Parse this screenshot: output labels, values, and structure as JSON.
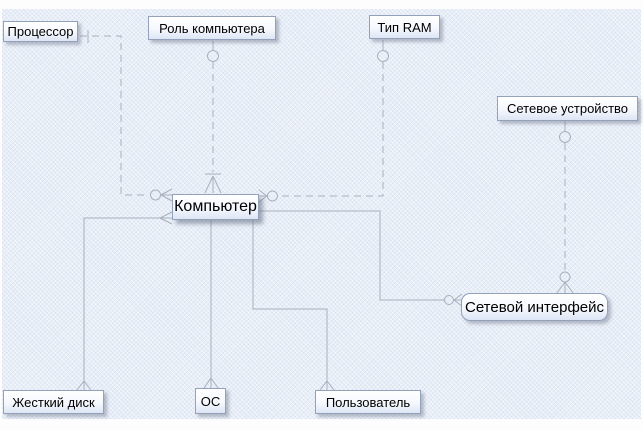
{
  "diagram": {
    "entities": [
      {
        "id": "processor",
        "label": "Процессор"
      },
      {
        "id": "computer-role",
        "label": "Роль компьютера"
      },
      {
        "id": "ram-type",
        "label": "Тип RAM"
      },
      {
        "id": "network-device",
        "label": "Сетевое устройство"
      },
      {
        "id": "computer",
        "label": "Компьютер"
      },
      {
        "id": "network-interface",
        "label": "Сетевой интерфейс"
      },
      {
        "id": "hard-disk",
        "label": "Жесткий диск"
      },
      {
        "id": "os",
        "label": "ОС"
      },
      {
        "id": "user",
        "label": "Пользователь"
      }
    ],
    "colors": {
      "canvas_bg": "#e8eef7",
      "box_border": "#93a1bb",
      "box_fill_top": "#ffffff",
      "box_fill_bottom": "#dde5f5",
      "line": "#a9b0bd",
      "text": "#000000"
    }
  }
}
